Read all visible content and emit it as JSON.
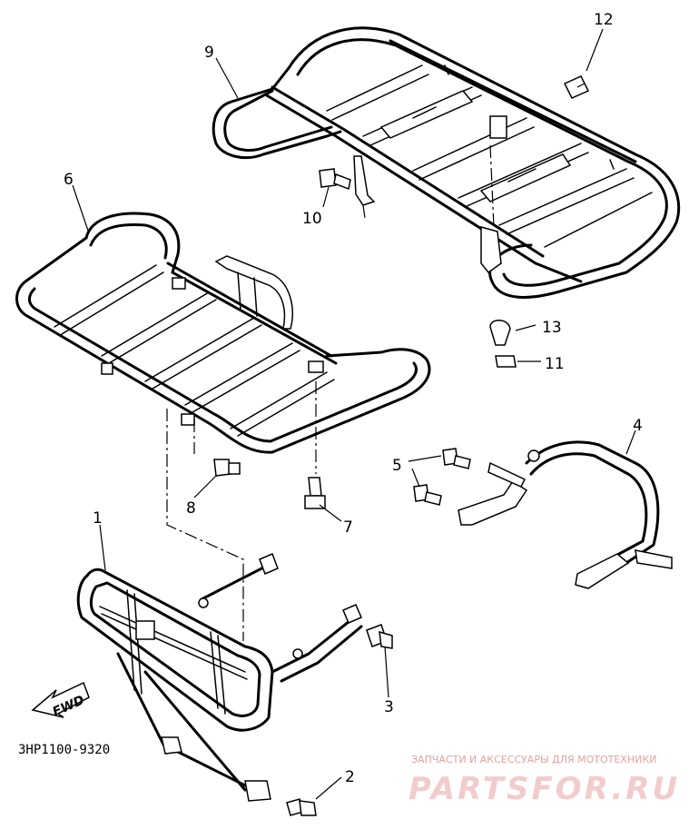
{
  "callouts": {
    "c1": "1",
    "c2": "2",
    "c3": "3",
    "c4": "4",
    "c5": "5",
    "c6": "6",
    "c7": "7",
    "c8": "8",
    "c9": "9",
    "c10": "10",
    "c11": "11",
    "c12": "12",
    "c13": "13"
  },
  "diagram_code": "3HP1100-9320",
  "fwd_label": "FWD",
  "watermark": {
    "subtitle": "ЗАПЧАСТИ И АКСЕССУАРЫ ДЛЯ МОТОТЕХНИКИ",
    "logo": "PARTSFOR.RU"
  }
}
